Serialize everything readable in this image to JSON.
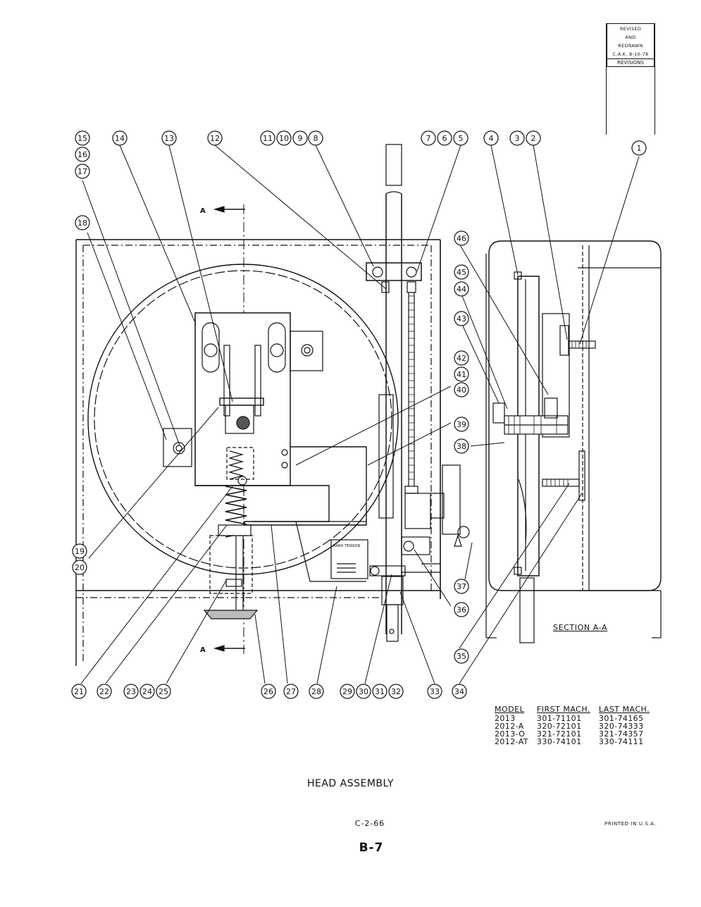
{
  "revision_block": {
    "lines": [
      "REVISED",
      "AND",
      "REDRAWN",
      "C.A.K. 8-10-78"
    ],
    "label": "REVISIONS"
  },
  "balloons": [
    "1",
    "2",
    "3",
    "4",
    "5",
    "6",
    "7",
    "8",
    "9",
    "10",
    "11",
    "12",
    "13",
    "14",
    "15",
    "16",
    "17",
    "18",
    "19",
    "20",
    "21",
    "22",
    "23",
    "24",
    "25",
    "26",
    "27",
    "28",
    "29",
    "30",
    "31",
    "32",
    "33",
    "34",
    "35",
    "36",
    "37",
    "38",
    "39",
    "40",
    "41",
    "42",
    "43",
    "44",
    "45",
    "46"
  ],
  "band_tension_label": "BAND TENSION",
  "section_marks": {
    "letter": "A"
  },
  "section_label": "SECTION A-A",
  "models_table": {
    "headers": [
      "MODEL",
      "FIRST MACH.",
      "LAST MACH."
    ],
    "rows": [
      [
        "2013",
        "301-71101",
        "301-74165"
      ],
      [
        "2012-A",
        "320-72101",
        "320-74333"
      ],
      [
        "2013-O",
        "321-72101",
        "321-74357"
      ],
      [
        "2012-AT",
        "330-74101",
        "330-74111"
      ]
    ]
  },
  "title": "HEAD ASSEMBLY",
  "drawing_number": "C-2-66",
  "printed": "PRINTED IN U.S.A.",
  "page_number": "B-7"
}
